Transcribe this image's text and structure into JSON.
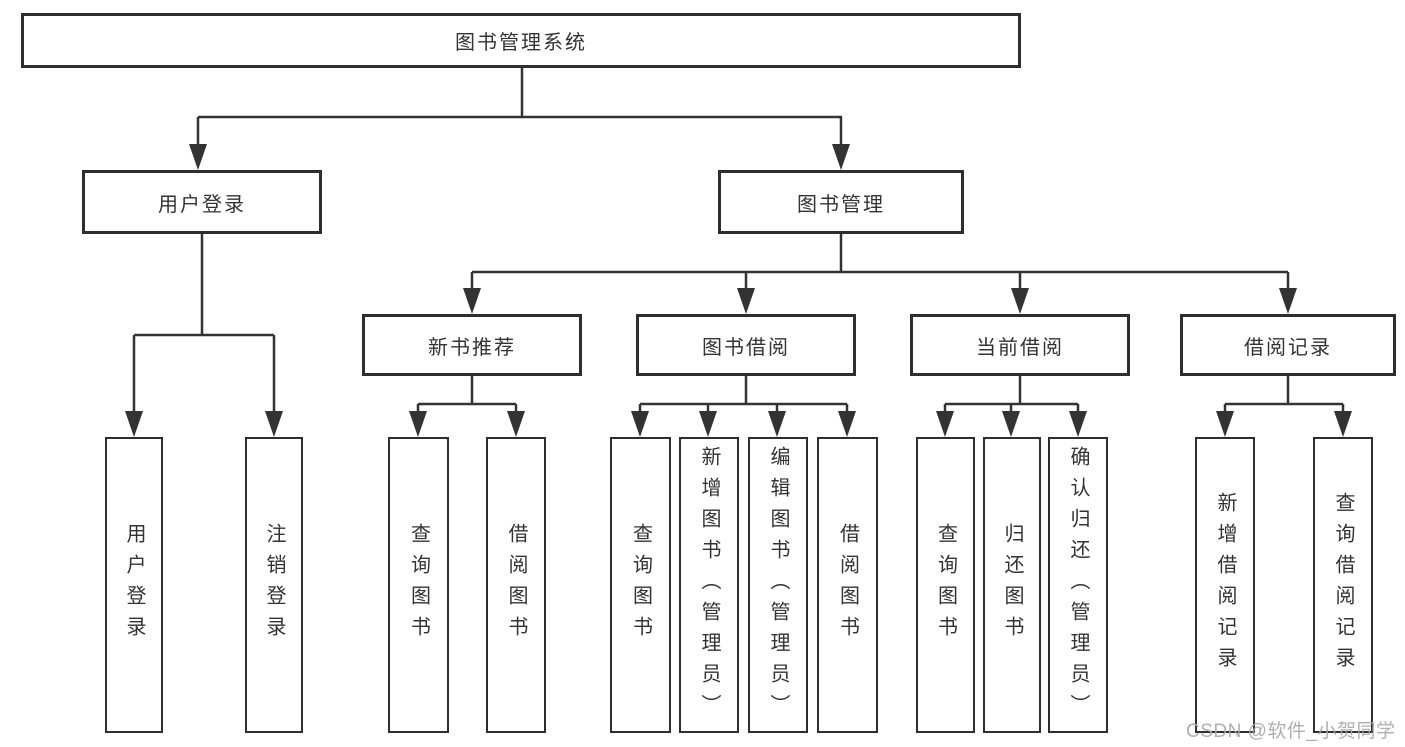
{
  "colors": {
    "line": "#333333",
    "box_border": "#2e2e2e",
    "text": "#333333",
    "background": "#ffffff",
    "watermark_text": "#a8a8a8"
  },
  "tree": {
    "label": "图书管理系统",
    "children": [
      {
        "label": "用户登录",
        "children": [
          {
            "label": "用户登录"
          },
          {
            "label": "注销登录"
          }
        ]
      },
      {
        "label": "图书管理",
        "children": [
          {
            "label": "新书推荐",
            "children": [
              {
                "label": "查询图书"
              },
              {
                "label": "借阅图书"
              }
            ]
          },
          {
            "label": "图书借阅",
            "children": [
              {
                "label": "查询图书"
              },
              {
                "label": "新增图书（管理员）"
              },
              {
                "label": "编辑图书（管理员）"
              },
              {
                "label": "借阅图书"
              }
            ]
          },
          {
            "label": "当前借阅",
            "children": [
              {
                "label": "查询图书"
              },
              {
                "label": "归还图书"
              },
              {
                "label": "确认归还（管理员）"
              }
            ]
          },
          {
            "label": "借阅记录",
            "children": [
              {
                "label": "新增借阅记录"
              },
              {
                "label": "查询借阅记录"
              }
            ]
          }
        ]
      }
    ]
  },
  "watermark": {
    "text": "CSDN @软件_小贺同学"
  }
}
